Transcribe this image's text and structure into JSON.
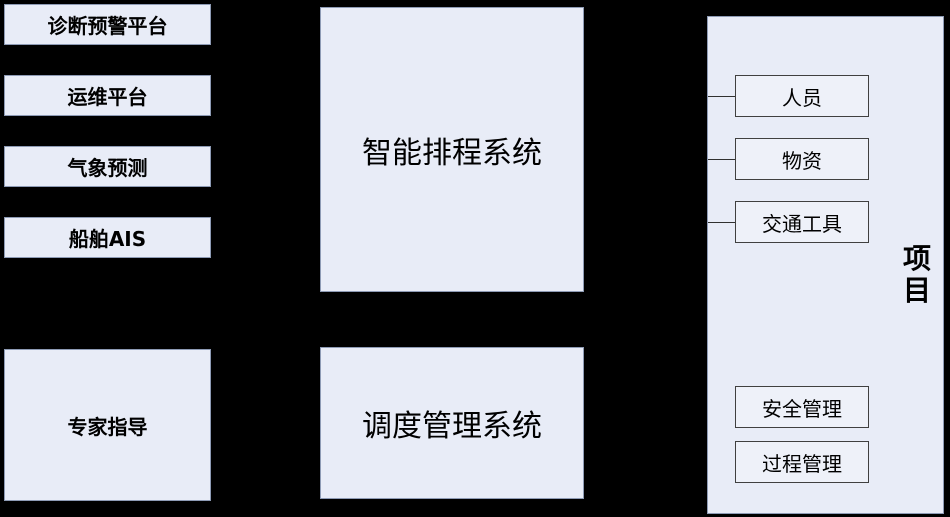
{
  "sources": {
    "diagnosis": "诊断预警平台",
    "ops": "运维平台",
    "weather": "气象预测",
    "ais": "船舶AIS",
    "expert": "专家指导"
  },
  "systems": {
    "scheduling": "智能排程系统",
    "dispatch": "调度管理系统"
  },
  "project": {
    "label_line1": "项",
    "label_line2": "目",
    "items": [
      "人员",
      "物资",
      "交通工具",
      "安全管理",
      "过程管理"
    ]
  },
  "colors": {
    "background": "#000000",
    "box_fill": "#e8ecf7",
    "box_border": "#8e9bb5"
  }
}
